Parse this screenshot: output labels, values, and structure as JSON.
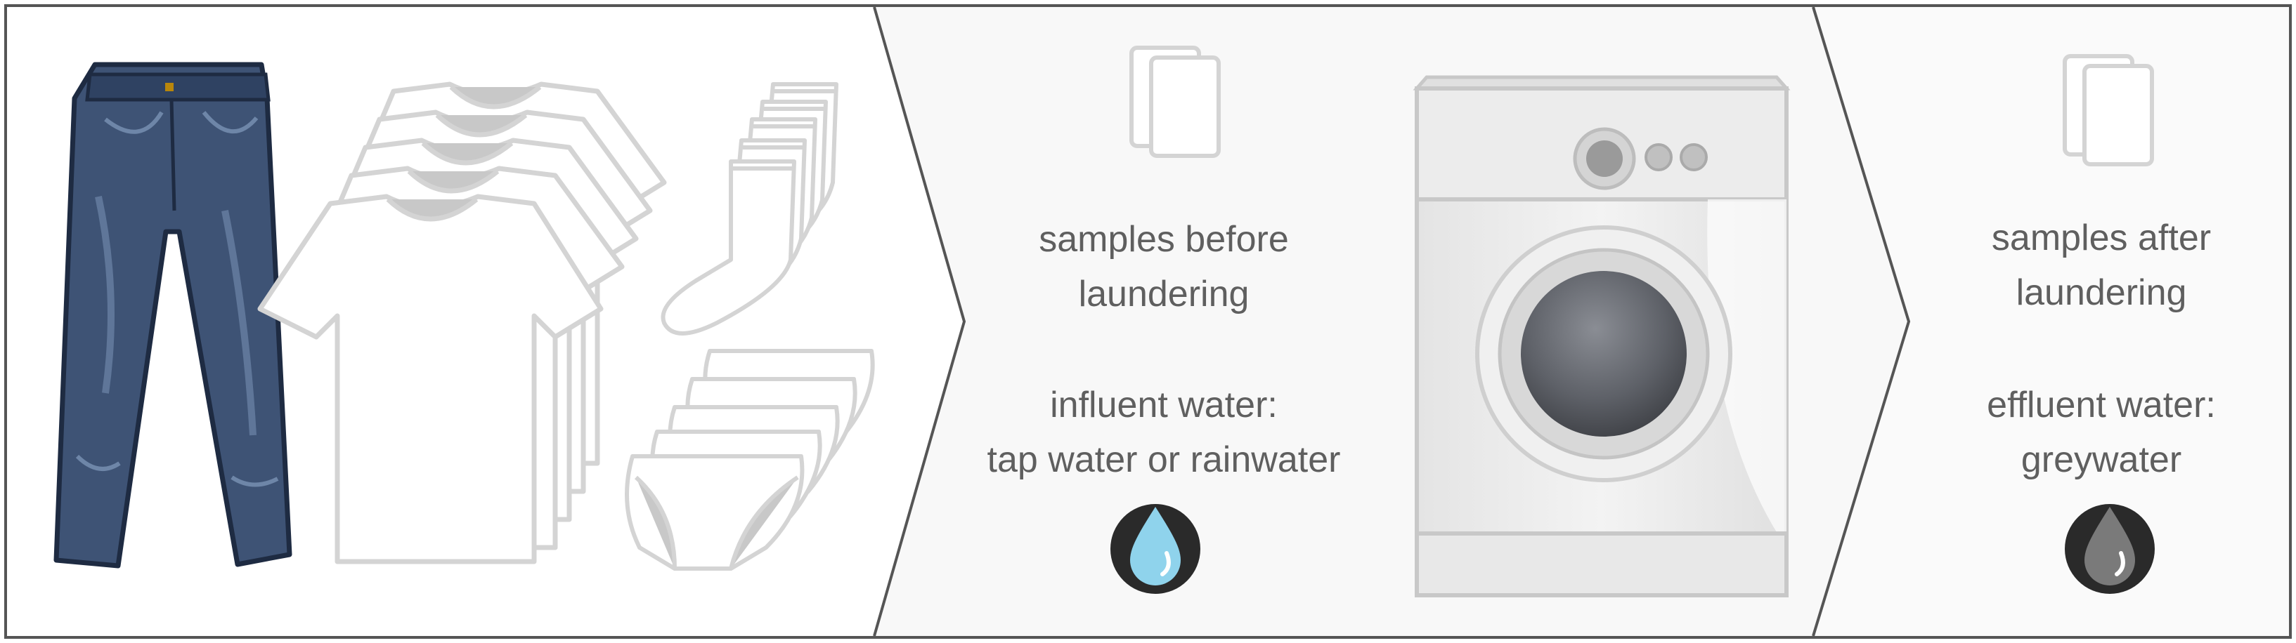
{
  "panels": {
    "middle": {
      "samples_line1": "samples before",
      "samples_line2": "laundering",
      "water_line1": "influent water:",
      "water_line2": "tap water or rainwater",
      "drop_icon": "water-drop-icon",
      "drop_color": "#8fd3ec"
    },
    "right": {
      "samples_line1": "samples after",
      "samples_line2": "laundering",
      "water_line1": "effluent water:",
      "water_line2": "greywater",
      "drop_icon": "water-drop-icon",
      "drop_color": "#7a7a7a"
    }
  },
  "icons": [
    "jeans-icon",
    "t-shirts-icon",
    "socks-icon",
    "underwear-icon",
    "fabric-samples-icon",
    "washing-machine-icon",
    "water-drop-icon",
    "chevron-arrow-icon"
  ],
  "colors": {
    "denim": "#3e5375",
    "denim_dark": "#1e2b42",
    "outline": "#d4d4d4",
    "panel_bg": "#f8f8f8",
    "text": "#5f5f5f"
  }
}
